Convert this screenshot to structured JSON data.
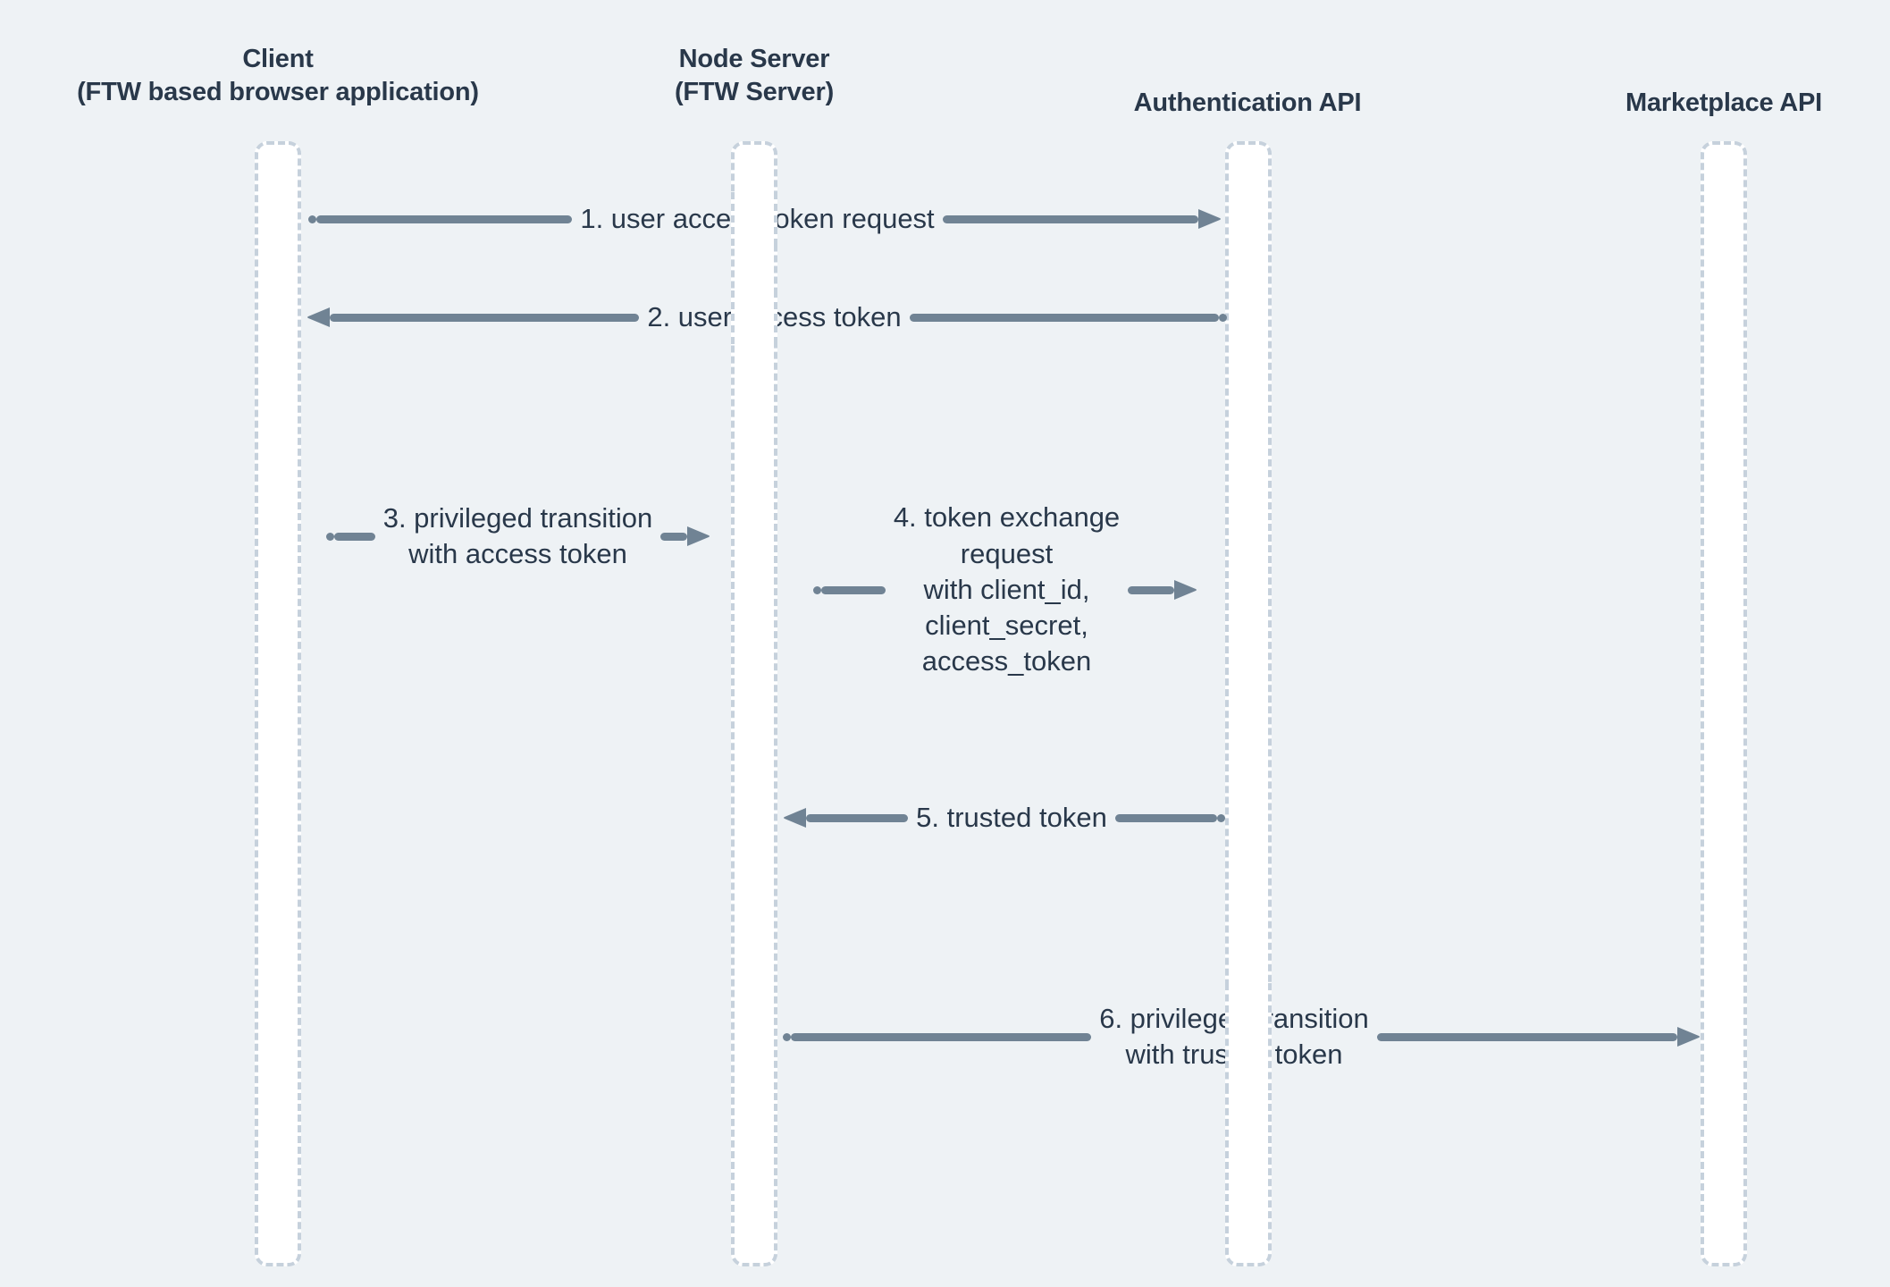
{
  "diagram": {
    "type": "sequence-diagram",
    "background_color": "#eef2f5",
    "line_color": "#708394",
    "text_color": "#29384a",
    "lifeline_border_color": "#c6d1dc",
    "lifeline_fill_color": "#ffffff"
  },
  "actors": [
    {
      "id": "client",
      "label": "Client\n(FTW based browser application)"
    },
    {
      "id": "node",
      "label": "Node Server\n(FTW Server)"
    },
    {
      "id": "auth",
      "label": "Authentication API"
    },
    {
      "id": "marketplace",
      "label": "Marketplace API"
    }
  ],
  "messages": [
    {
      "number": "1",
      "label": "1. user access token request",
      "from": "client",
      "to": "auth",
      "direction": "right"
    },
    {
      "number": "2",
      "label": "2. user access token",
      "from": "auth",
      "to": "client",
      "direction": "left"
    },
    {
      "number": "3",
      "label": "3. privileged transition\nwith access token",
      "from": "client",
      "to": "node",
      "direction": "right"
    },
    {
      "number": "4",
      "label": "4. token exchange\nrequest\nwith client_id,\nclient_secret,\naccess_token",
      "from": "node",
      "to": "auth",
      "direction": "right"
    },
    {
      "number": "5",
      "label": "5. trusted token",
      "from": "auth",
      "to": "node",
      "direction": "left"
    },
    {
      "number": "6",
      "label": "6. privileged transition\nwith trusted token",
      "from": "node",
      "to": "marketplace",
      "direction": "right"
    }
  ]
}
